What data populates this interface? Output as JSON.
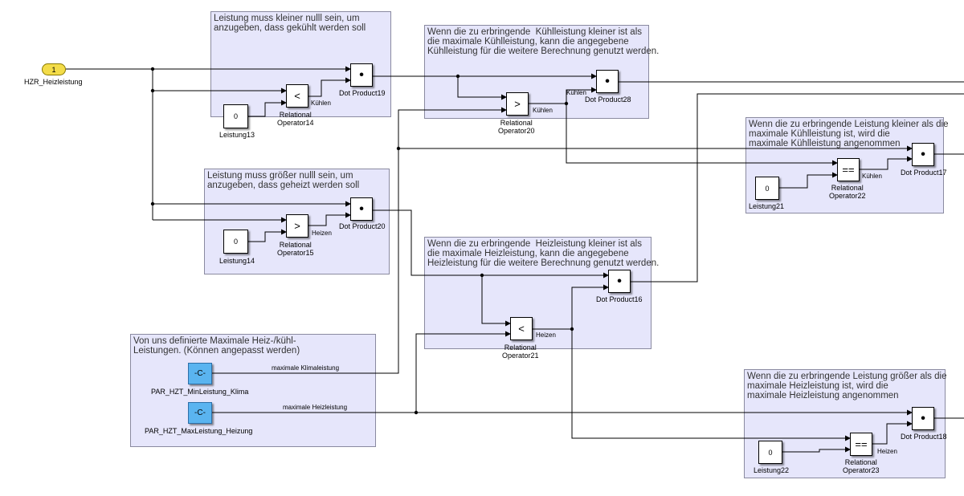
{
  "inport": {
    "number": "1",
    "name": "HZR_Heizleistung"
  },
  "areas": [
    {
      "text": "Leistung muss kleiner nulll sein, um\nanzugeben, dass gekühlt werden soll"
    },
    {
      "text": "Leistung muss größer nulll sein, um\nanzugeben, dass geheizt werden soll"
    },
    {
      "text": "Wenn die zu erbringende  Kühlleistung kleiner ist als\ndie maximale Kühlleistung, kann die angegebene\nKühlleistung für die weitere Berechnung genutzt werden."
    },
    {
      "text": "Wenn die zu erbringende  Heizleistung kleiner ist als\ndie maximale Heizleistung, kann die angegebene\nHeizleistung für die weitere Berechnung genutzt werden."
    },
    {
      "text": "Wenn die zu erbringende Leistung kleiner als die\nmaximale Kühlleistung ist, wird die\nmaximale Kühlleistung angenommen"
    },
    {
      "text": "Wenn die zu erbringende Leistung größer als die\nmaximale Heizleistung ist, wird die\nmaximale Heizleistung angenommen"
    },
    {
      "text": "Von uns definierte Maximale Heiz-/kühl-\nLeistungen. (Können angepasst werden)"
    }
  ],
  "blocks": {
    "dot19": {
      "symbol": "•",
      "label": "Dot Product19"
    },
    "dot20": {
      "symbol": "•",
      "label": "Dot Product20"
    },
    "dot28": {
      "symbol": "•",
      "label": "Dot Product28"
    },
    "dot16": {
      "symbol": "•",
      "label": "Dot Product16"
    },
    "dot17": {
      "symbol": "•",
      "label": "Dot Product17"
    },
    "dot18": {
      "symbol": "•",
      "label": "Dot Product18"
    },
    "rel14": {
      "symbol": "<",
      "label": "Relational\nOperator14"
    },
    "rel15": {
      "symbol": ">",
      "label": "Relational\nOperator15"
    },
    "rel20": {
      "symbol": ">",
      "label": "Relational\nOperator20"
    },
    "rel21": {
      "symbol": "<",
      "label": "Relational\nOperator21"
    },
    "rel22": {
      "symbol": "==",
      "label": "Relational\nOperator22"
    },
    "rel23": {
      "symbol": "==",
      "label": "Relational\nOperator23"
    },
    "c13": {
      "value": "0",
      "label": "Leistung13"
    },
    "c14": {
      "value": "0",
      "label": "Leistung14"
    },
    "c21": {
      "value": "0",
      "label": "Leistung21"
    },
    "c22": {
      "value": "0",
      "label": "Leistung22"
    },
    "parKlima": {
      "value": "-C-",
      "label": "PAR_HZT_MinLeistung_Klima"
    },
    "parHeiz": {
      "value": "-C-",
      "label": "PAR_HZT_MaxLeistung_Heizung"
    }
  },
  "signals": {
    "kuehlen": "Kühlen",
    "heizen": "Heizen",
    "max_klima": "maximale Klimaleistung",
    "max_heiz": "maximale Heizleistung"
  }
}
